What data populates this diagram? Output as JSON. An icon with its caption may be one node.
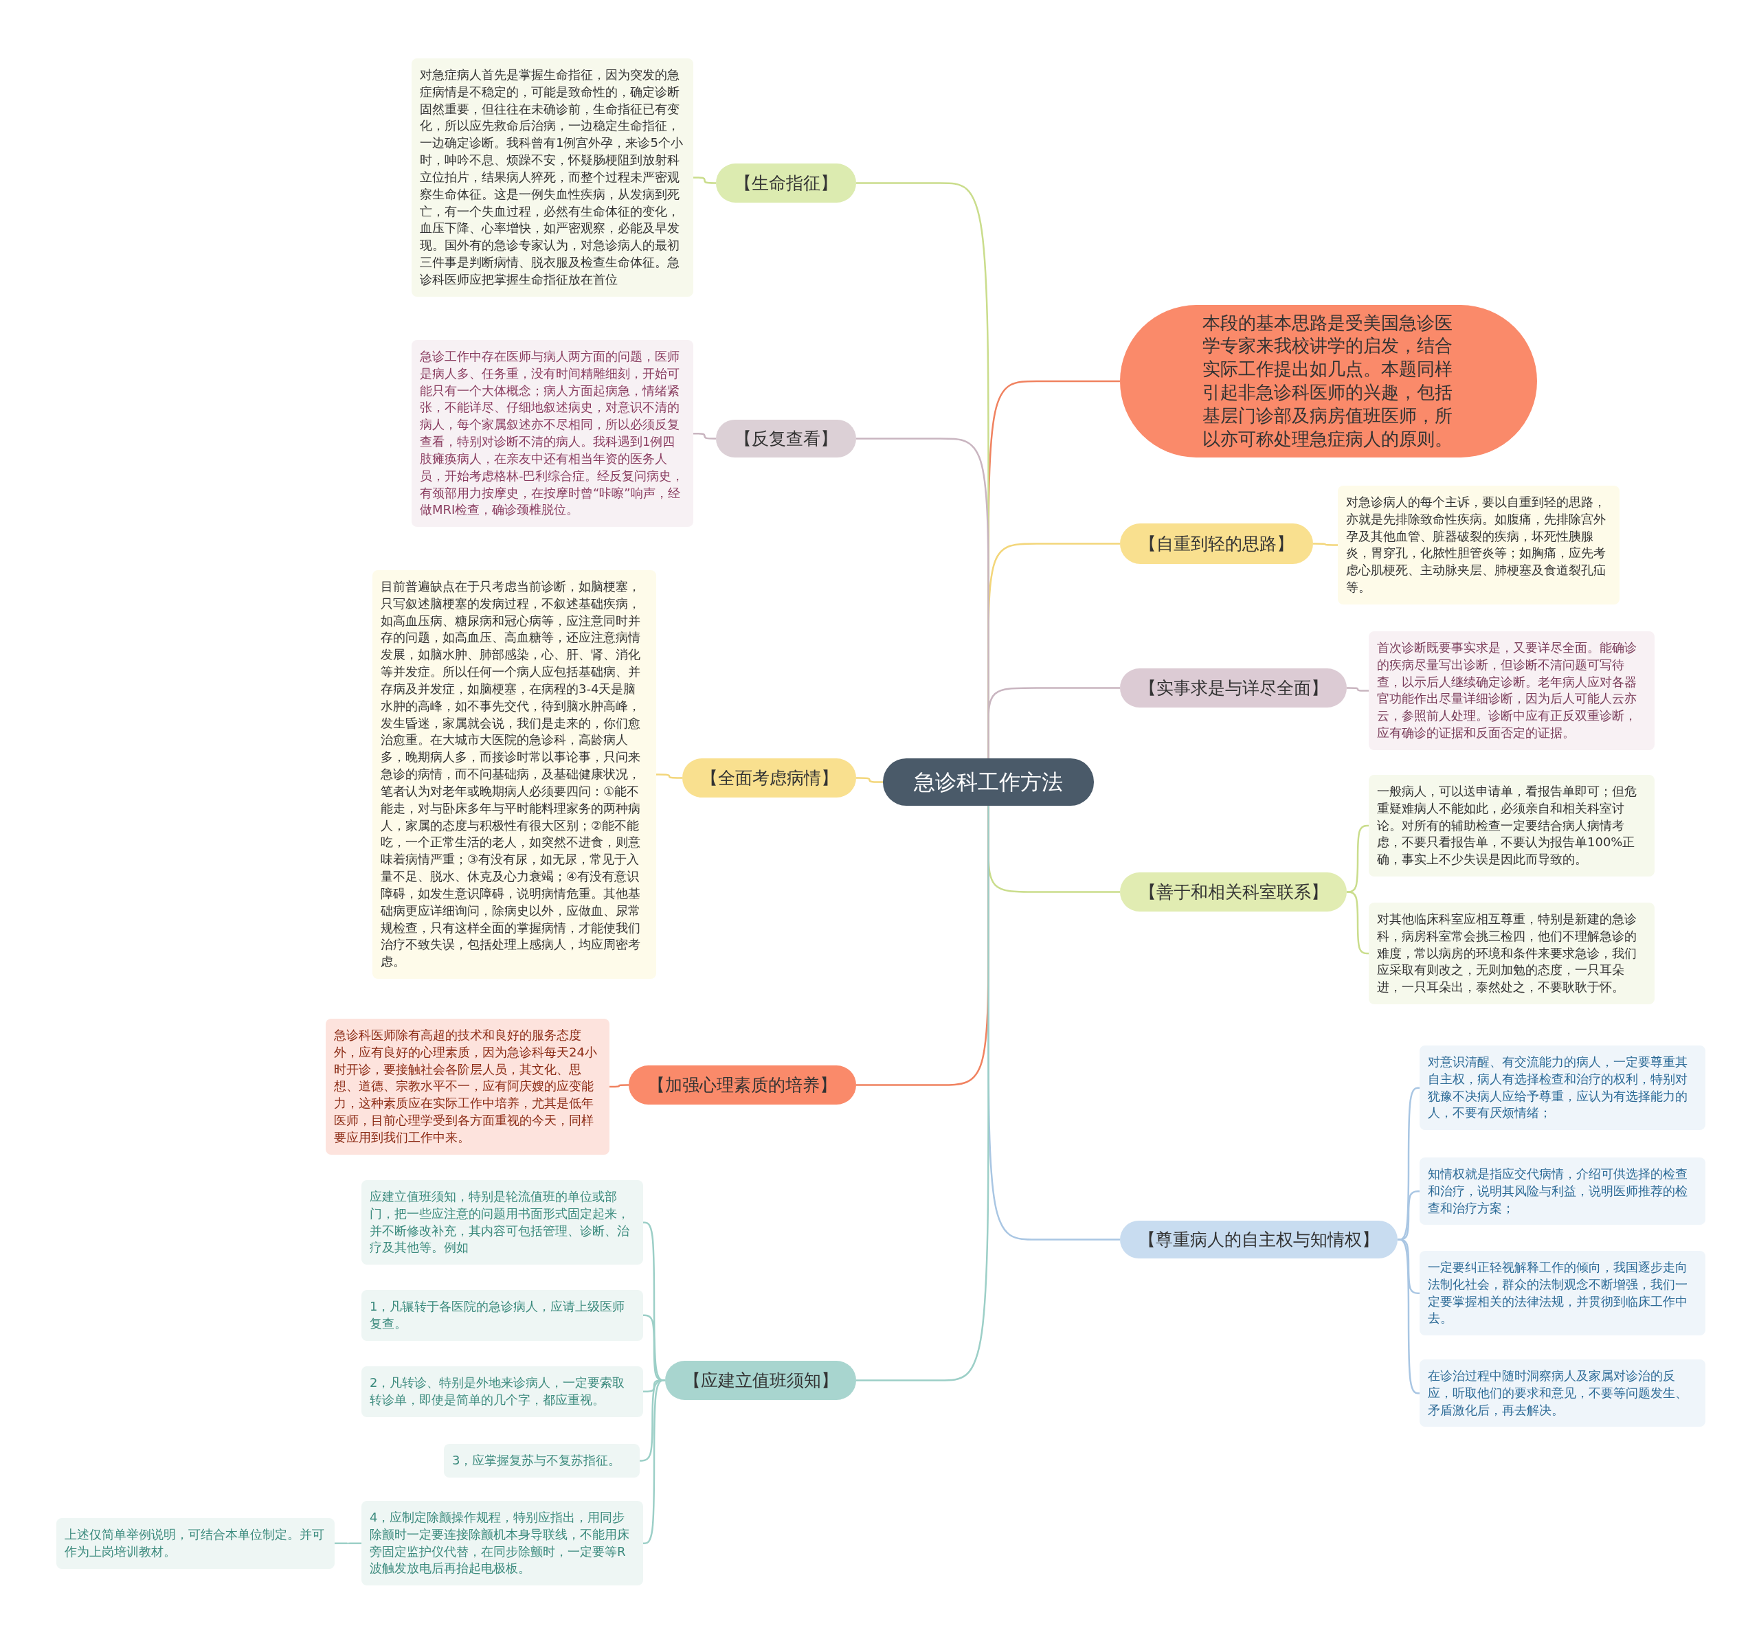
{
  "diagram": {
    "nodes": [
      {
        "text": [
          "急诊科工作方法"
        ]
      },
      {
        "text": [
          "本段的基本思路是受美国急诊医学专家来我校讲学的启发，结合实际工作提出如几点。本题同样引起非急诊科医师的兴趣，包括基层门诊部及病房值班医师，所以亦可称处理急症病人的原则。"
        ]
      },
      {
        "text": [
          "【自重到轻的思路】"
        ]
      },
      {
        "text": [
          "对急诊病人的每个主诉，要以自重到轻的思路，亦就是先排除致命性疾病。如腹痛，先排除宫外孕及其他血管、脏器破裂的疾病，坏死性胰腺炎，胃穿孔，化脓性胆管炎等；如胸痛，应先考虑心肌梗死、主动脉夹层、肺梗塞及食道裂孔疝等。"
        ]
      },
      {
        "text": [
          "【实事求是与详尽全面】"
        ]
      },
      {
        "text": [
          "首次诊断既要事实求是，又要详尽全面。能确诊的疾病尽量写出诊断，但诊断不清问题可写待查，以示后人继续确定诊断。老年病人应对各器官功能作出尽量详细诊断，因为后人可能人云亦云，参照前人处理。诊断中应有正反双重诊断，应有确诊的证据和反面否定的证据。"
        ]
      },
      {
        "text": [
          "【善于和相关科室联系】"
        ]
      },
      {
        "text": [
          "一般病人，可以送申请单，看报告单即可；但危重疑难病人不能如此，必须亲自和相关科室讨论。对所有的辅助检查一定要结合病人病情考虑，不要只看报告单，不要认为报告单100%正确，事实上不少失误是因此而导致的。"
        ]
      },
      {
        "text": [
          "对其他临床科室应相互尊重，特别是新建的急诊科，病房科室常会挑三检四，他们不理解急诊的难度，常以病房的环境和条件来要求急诊，我们应采取有则改之，无则加勉的态度，一只耳朵进，一只耳朵出，泰然处之，不要耿耿于怀。"
        ]
      },
      {
        "text": [
          "【尊重病人的自主权与知情权】"
        ]
      },
      {
        "text": [
          "对意识清醒、有交流能力的病人，一定要尊重其自主权，病人有选择检查和治疗的权利，特别对犹豫不决病人应给予尊重，应认为有选择能力的人，不要有厌烦情绪；"
        ]
      },
      {
        "text": [
          "知情权就是指应交代病情，介绍可供选择的检查和治疗，说明其风险与利益，说明医师推荐的检查和治疗方案；"
        ]
      },
      {
        "text": [
          "一定要纠正轻视解释工作的倾向，我国逐步走向法制化社会，群众的法制观念不断增强，我们一定要掌握相关的法律法规，并贯彻到临床工作中去。"
        ]
      },
      {
        "text": [
          "在诊治过程中随时洞察病人及家属对诊治的反应，听取他们的要求和意见，不要等问题发生、矛盾激化后，再去解决。"
        ]
      },
      {
        "text": [
          "【生命指征】"
        ]
      },
      {
        "text": [
          "对急症病人首先是掌握生命指征，因为突发的急症病情是不稳定的，可能是致命性的，确定诊断固然重要，但往往在未确诊前，生命指征已有变化，所以应先救命后治病，一边稳定生命指征，一边确定诊断。我科曾有1例宫外孕，来诊5个小时，呻吟不息、烦躁不安，怀疑肠梗阻到放射科立位拍片，结果病人猝死，而整个过程未严密观察生命体征。这是一例失血性疾病，从发病到死亡，有一个失血过程，必然有生命体征的变化，血压下降、心率增快，如严密观察，必能及早发现。国外有的急诊专家认为，对急诊病人的最初三件事是判断病情、脱衣服及检查生命体征。急诊科医师应把掌握生命指征放在首位"
        ]
      },
      {
        "text": [
          "【反复查看】"
        ]
      },
      {
        "text": [
          "急诊工作中存在医师与病人两方面的问题，医师是病人多、任务重，没有时间精雕细刻，开始可能只有一个大体概念；病人方面起病急，情绪紧张，不能详尽、仔细地叙述病史，对意识不清的病人，每个家属叙述亦不尽相同，所以必须反复查看，特别对诊断不清的病人。我科遇到1例四肢瘫痪病人，在亲友中还有相当年资的医务人员，开始考虑格林-巴利综合症。经反复问病史，有颈部用力按摩史，在按摩时曾“咔嚓”响声，经做MRI检查，确诊颈椎脱位。"
        ]
      },
      {
        "text": [
          "【全面考虑病情】"
        ]
      },
      {
        "text": [
          "目前普遍缺点在于只考虑当前诊断，如脑梗塞，只写叙述脑梗塞的发病过程，不叙述基础疾病，如高血压病、糖尿病和冠心病等，应注意同时并存的问题，如高血压、高血糖等，还应注意病情发展，如脑水肿、肺部感染，心、肝、肾、消化等并发症。所以任何一个病人应包括基础病、并存病及并发症，如脑梗塞，在病程的3-4天是脑水肿的高峰，如不事先交代，待到脑水肿高峰，发生昏迷，家属就会说，我们是走来的，你们愈治愈重。在大城市大医院的急诊科，高龄病人多，晚期病人多，而接诊时常以事论事，只问来急诊的病情，而不问基础病，及基础健康状况，笔者认为对老年或晚期病人必须要四问：①能不能走，对与卧床多年与平时能料理家务的两种病人，家属的态度与积极性有很大区别；②能不能吃，一个正常生活的老人，如突然不进食，则意味着病情严重；③有没有尿，如无尿，常见于入量不足、脱水、休克及心力衰竭；④有没有意识障碍，如发生意识障碍，说明病情危重。其他基础病更应详细询问，除病史以外，应做血、尿常规检查，只有这样全面的掌握病情，才能使我们治疗不致失误，包括处理上感病人，均应周密考虑。"
        ]
      },
      {
        "text": [
          "【加强心理素质的培养】"
        ]
      },
      {
        "text": [
          "急诊科医师除有高超的技术和良好的服务态度外，应有良好的心理素质，因为急诊科每天24小时开诊，要接触社会各阶层人员，其文化、思想、道德、宗教水平不一，应有阿庆嫂的应变能力，这种素质应在实际工作中培养，尤其是低年医师，目前心理学受到各方面重视的今天，同样要应用到我们工作中来。"
        ]
      },
      {
        "text": [
          "【应建立值班须知】"
        ]
      },
      {
        "text": [
          "应建立值班须知，特别是轮流值班的单位或部门，把一些应注意的问题用书面形式固定起来，并不断修改补充，其内容可包括管理、诊断、治疗及其他等。例如"
        ]
      },
      {
        "text": [
          "1，凡辗转于各医院的急诊病人，应请上级医师复查。"
        ]
      },
      {
        "text": [
          "2，凡转诊、特别是外地来诊病人，一定要索取转诊单，即使是简单的几个字，都应重视。"
        ]
      },
      {
        "text": [
          "3，应掌握复苏与不复苏指征。"
        ]
      },
      {
        "text": [
          "4，应制定除颤操作规程，特别应指出，用同步除颤时一定要连接除颤机本身导联线，不能用床旁固定监护仪代替，在同步除颤时，一定要等R波触发放电后再抬起电极板。"
        ]
      },
      {
        "text": [
          "上述仅简单举例说明，可结合本单位制定。并可作为上岗培训教材。"
        ]
      }
    ],
    "edges": [
      {
        "from": 0,
        "to": 1,
        "arrow": "none",
        "color": "#f08260"
      },
      {
        "from": 0,
        "to": 2,
        "arrow": "none",
        "color": "#f3d67a"
      },
      {
        "from": 2,
        "to": 3,
        "arrow": "none",
        "color": "#f3d67a"
      },
      {
        "from": 0,
        "to": 4,
        "arrow": "none",
        "color": "#c9b5c0"
      },
      {
        "from": 4,
        "to": 5,
        "arrow": "none",
        "color": "#c9b5c0"
      },
      {
        "from": 0,
        "to": 6,
        "arrow": "none",
        "color": "#cadd8c"
      },
      {
        "from": 6,
        "to": 7,
        "arrow": "none",
        "color": "#cadd8c"
      },
      {
        "from": 6,
        "to": 8,
        "arrow": "none",
        "color": "#cadd8c"
      },
      {
        "from": 0,
        "to": 9,
        "arrow": "none",
        "color": "#a9c6e3"
      },
      {
        "from": 9,
        "to": 10,
        "arrow": "none",
        "color": "#a9c6e3"
      },
      {
        "from": 9,
        "to": 11,
        "arrow": "none",
        "color": "#a9c6e3"
      },
      {
        "from": 9,
        "to": 12,
        "arrow": "none",
        "color": "#a9c6e3"
      },
      {
        "from": 9,
        "to": 13,
        "arrow": "none",
        "color": "#a9c6e3"
      },
      {
        "from": 0,
        "to": 14,
        "arrow": "none",
        "color": "#cadd8c"
      },
      {
        "from": 14,
        "to": 15,
        "arrow": "none",
        "color": "#cadd8c"
      },
      {
        "from": 0,
        "to": 16,
        "arrow": "none",
        "color": "#c9b5c0"
      },
      {
        "from": 16,
        "to": 17,
        "arrow": "none",
        "color": "#c9b5c0"
      },
      {
        "from": 0,
        "to": 18,
        "arrow": "none",
        "color": "#f3d67a"
      },
      {
        "from": 18,
        "to": 19,
        "arrow": "none",
        "color": "#f3d67a"
      },
      {
        "from": 0,
        "to": 20,
        "arrow": "none",
        "color": "#f08260"
      },
      {
        "from": 20,
        "to": 21,
        "arrow": "none",
        "color": "#f08260"
      },
      {
        "from": 0,
        "to": 22,
        "arrow": "none",
        "color": "#9ccfc7"
      },
      {
        "from": 22,
        "to": 23,
        "arrow": "none",
        "color": "#9ccfc7"
      },
      {
        "from": 22,
        "to": 24,
        "arrow": "none",
        "color": "#9ccfc7"
      },
      {
        "from": 22,
        "to": 25,
        "arrow": "none",
        "color": "#9ccfc7"
      },
      {
        "from": 22,
        "to": 26,
        "arrow": "none",
        "color": "#9ccfc7"
      },
      {
        "from": 22,
        "to": 27,
        "arrow": "none",
        "color": "#9ccfc7"
      },
      {
        "from": 27,
        "to": 28,
        "arrow": "none",
        "color": "#9ccfc7"
      }
    ]
  }
}
